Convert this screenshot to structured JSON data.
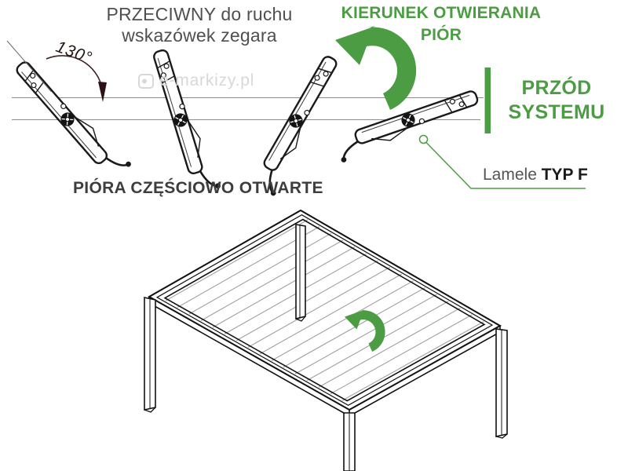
{
  "colors": {
    "accent_green": "#4c9c43",
    "dark_text": "#4f4f4f",
    "state_text": "#3d3d3d",
    "black_text": "#1a1a1a",
    "angle_arc_maroon": "#3f2024",
    "axis_line_gray": "#8c8c8c",
    "louver_line_gray": "#a0a0a0",
    "watermark_gray": "#d8d8d8"
  },
  "top_diagram": {
    "title_counterclockwise": {
      "line1": "PRZECIWNY do ruchu",
      "line2": "wskazówek zegara"
    },
    "title_opening_direction": {
      "line1": "KIERUNEK OTWIERANIA",
      "line2": "PIÓR"
    },
    "angle_label": "130°",
    "front_label": {
      "line1": "PRZÓD",
      "line2": "SYSTEMU"
    },
    "state_label": "PIÓRA CZĘŚCIOWO OTWARTE",
    "slat_type_label": {
      "prefix": "Lamele ",
      "type": "TYP F"
    }
  },
  "watermark": {
    "text": "e-markizy.pl"
  },
  "icons": {
    "opening_arrow": "counterclockwise-arrow",
    "roof_arrow": "counterclockwise-arrow",
    "watermark_logo": "e-markizy-logo"
  }
}
